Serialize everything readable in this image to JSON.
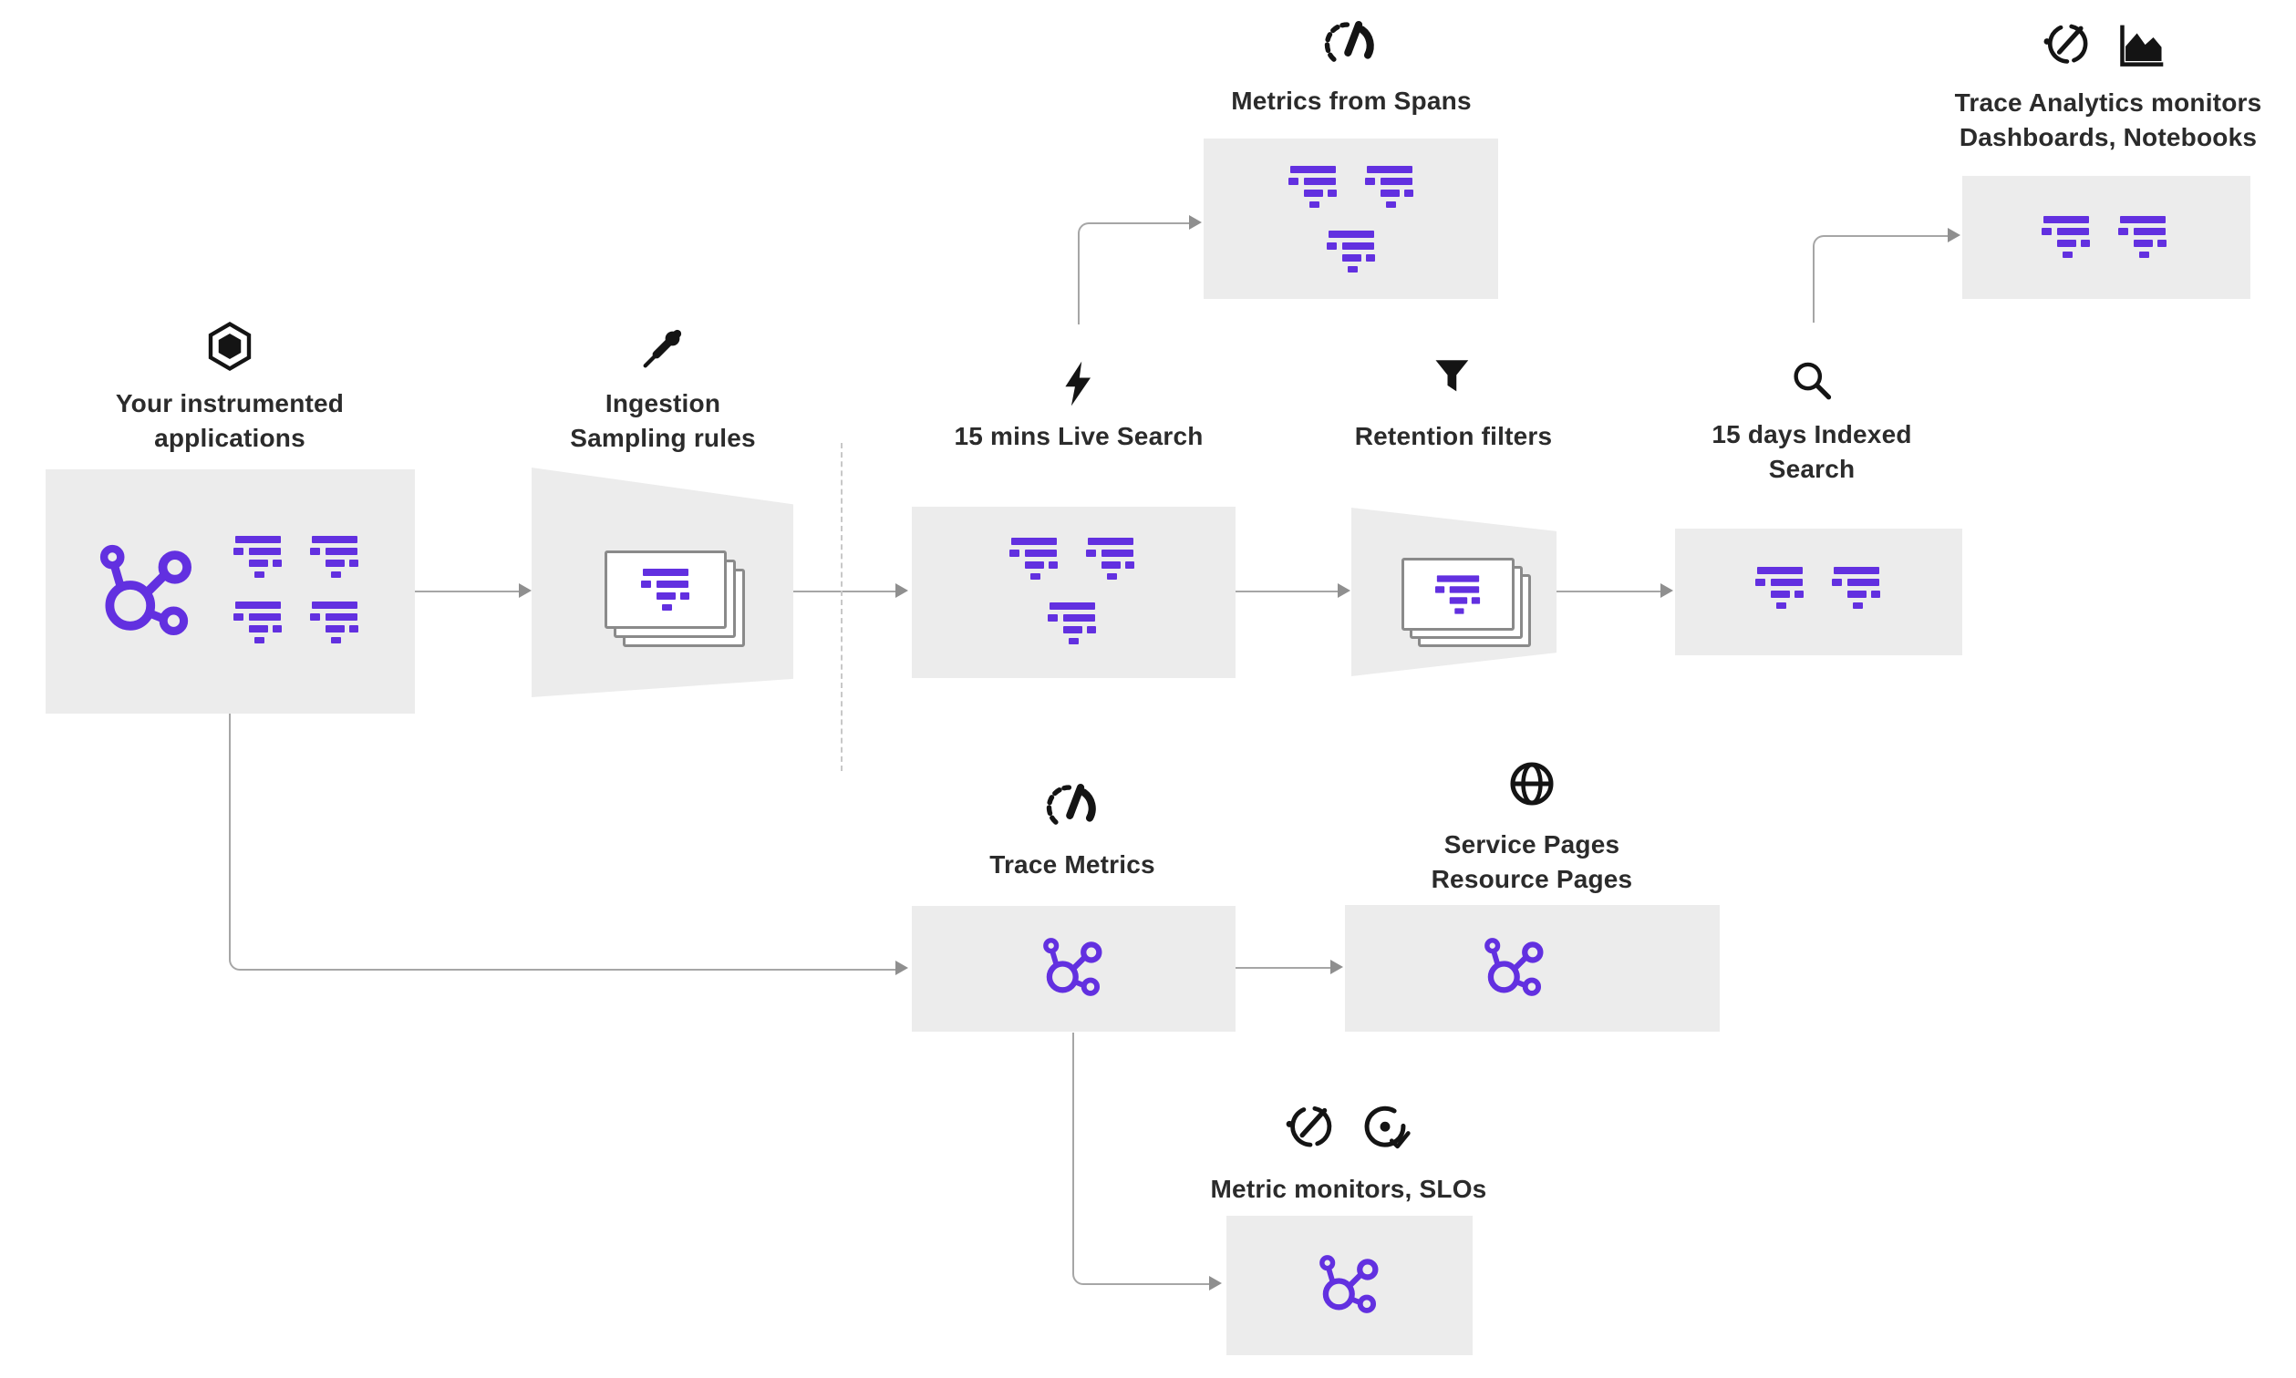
{
  "diagram": {
    "nodes": {
      "instrumented_apps": {
        "label": "Your instrumented\napplications"
      },
      "ingestion_sampling": {
        "label": "Ingestion\nSampling rules"
      },
      "metrics_from_spans": {
        "label": "Metrics from Spans"
      },
      "live_search": {
        "label": "15 mins Live Search"
      },
      "retention_filters": {
        "label": "Retention filters"
      },
      "indexed_search": {
        "label": "15 days Indexed\nSearch"
      },
      "trace_analytics": {
        "label": "Trace Analytics monitors\nDashboards, Notebooks"
      },
      "trace_metrics": {
        "label": "Trace Metrics"
      },
      "service_pages": {
        "label": "Service Pages\nResource Pages"
      },
      "metric_monitors": {
        "label": "Metric monitors, SLOs"
      }
    },
    "colors": {
      "purple": "#6230E0",
      "box-gray": "#ECECEC",
      "line-gray": "#A6A6A6",
      "arrow-gray": "#8F8F8F",
      "dash-gray": "#C8C8C8",
      "text-color": "#2B2B2B",
      "icon-black": "#141414"
    }
  }
}
